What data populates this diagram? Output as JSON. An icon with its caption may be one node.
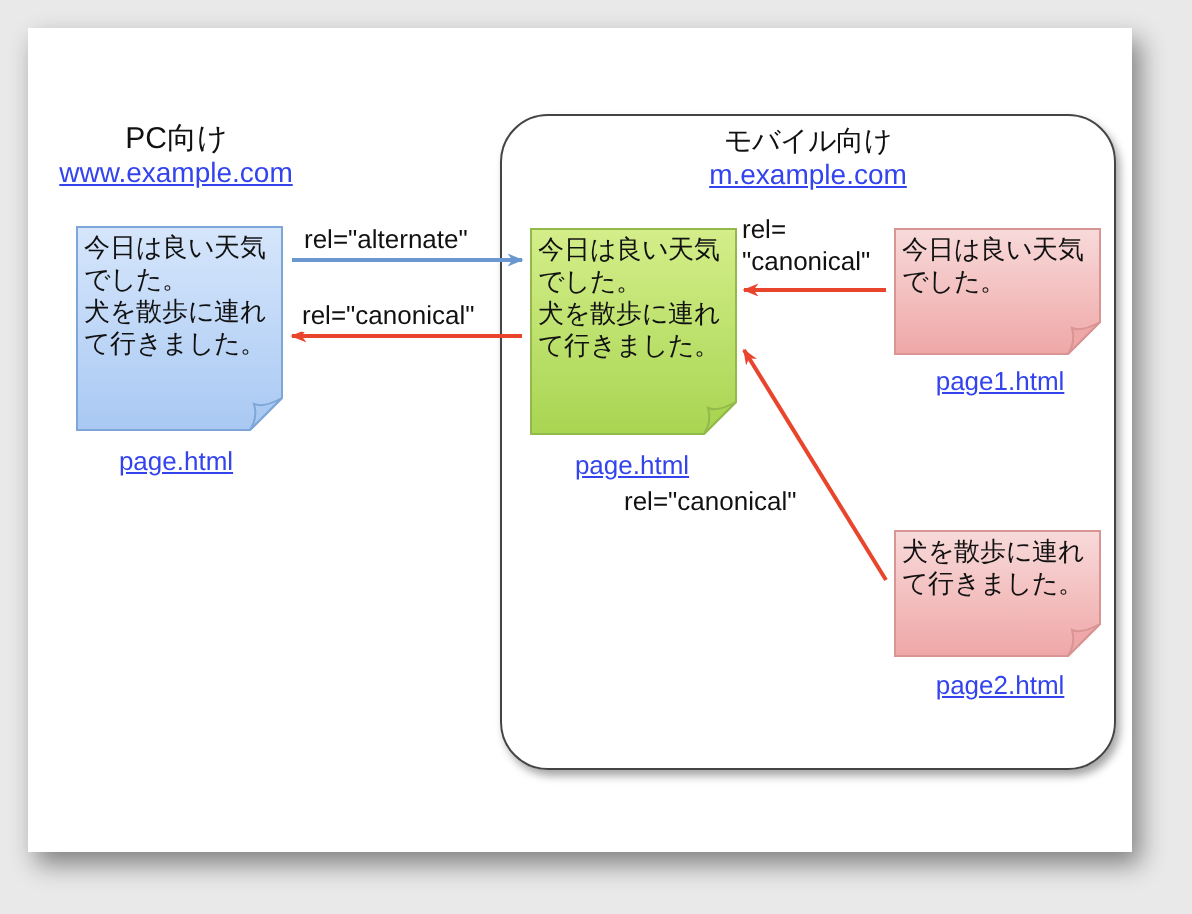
{
  "diagram": {
    "nodes": [
      {
        "text": [
          "モバイル向け",
          "m.example.com"
        ]
      },
      {
        "text": [
          "今日は良い天気でした。",
          "犬を散歩に連れて行きました。"
        ],
        "beside": [
          "page.html"
        ]
      },
      {
        "text": [
          "今日は良い天気でした。",
          "犬を散歩に連れて行きました。"
        ],
        "beside": [
          "page.html"
        ],
        "in": 0
      },
      {
        "text": [
          "今日は良い天気でした。"
        ],
        "beside": [
          "page1.html"
        ],
        "in": 0
      },
      {
        "text": [
          "犬を散歩に連れて行きました。"
        ],
        "beside": [
          "page2.html"
        ],
        "in": 0
      }
    ],
    "edges": [
      {
        "from": 1,
        "to": 2,
        "arrow": "to",
        "label": "rel=\"alternate\"",
        "color": "#6a97d0"
      },
      {
        "from": 2,
        "to": 1,
        "arrow": "to",
        "label": "rel=\"canonical\""
      },
      {
        "from": 3,
        "to": 2,
        "arrow": "to",
        "label": "rel= \"canonical\""
      },
      {
        "from": 4,
        "to": 2,
        "arrow": "to",
        "label": "rel=\"canonical\""
      }
    ],
    "labels": [
      "PC向け",
      "www.example.com"
    ]
  }
}
